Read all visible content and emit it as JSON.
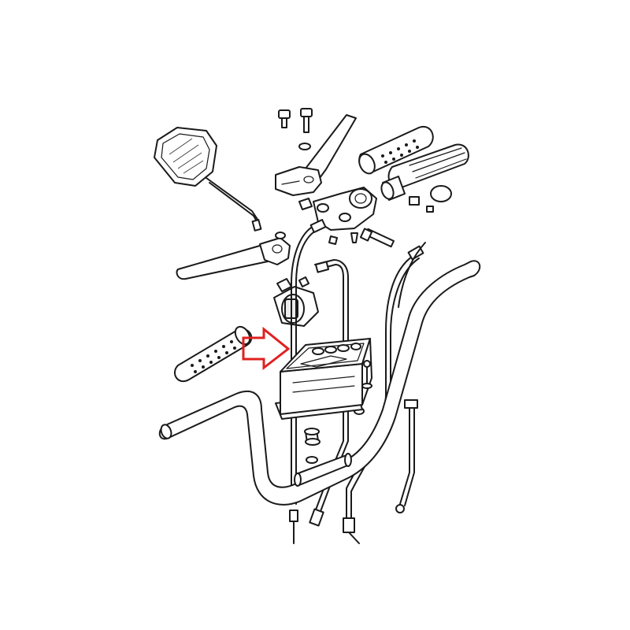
{
  "diagram": {
    "parts": [
      "mirror",
      "clutch-lever",
      "brake-lever",
      "left-hand-grip",
      "right-hand-grip",
      "throttle-sleeve",
      "left-switch-housing",
      "right-switch-housing",
      "instrument-panel",
      "handlebar",
      "throttle-cable",
      "clutch-cable",
      "speedometer-cable",
      "rubber-mount",
      "handlebar-clamp"
    ],
    "highlight": {
      "target": "instrument-panel",
      "color": "#e02020",
      "icon": "arrow-right-icon"
    }
  }
}
